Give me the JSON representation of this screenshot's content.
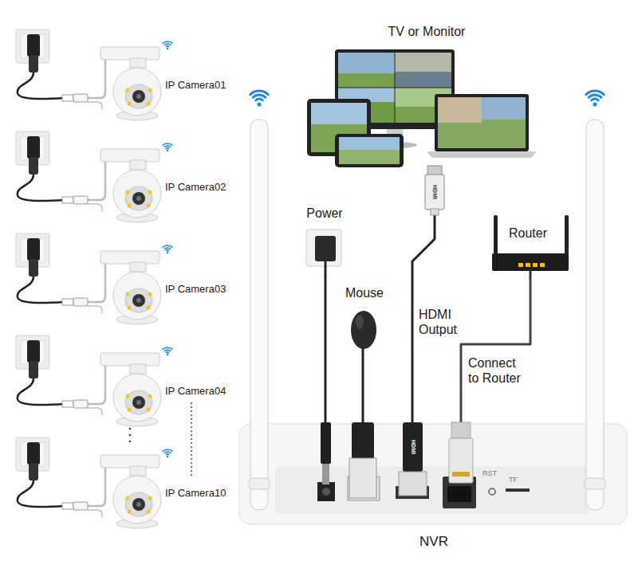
{
  "diagram": {
    "nodes": [
      {
        "text": [
          "IP Camera01"
        ]
      },
      {
        "text": [
          "IP Camera02"
        ]
      },
      {
        "text": [
          "IP Camera03"
        ]
      },
      {
        "text": [
          "IP Camera04"
        ]
      },
      {
        "text": [
          "IP Camera10"
        ]
      },
      {
        "text": [
          "TV or Monitor"
        ]
      },
      {
        "text": [
          "Power"
        ]
      },
      {
        "text": [
          "Mouse"
        ]
      },
      {
        "text": [
          "Router"
        ]
      },
      {
        "text": [
          "NVR"
        ]
      }
    ],
    "edges": [
      {
        "from": 6,
        "to": 9,
        "arrow": "none"
      },
      {
        "from": 7,
        "to": 9,
        "arrow": "none"
      },
      {
        "from": 5,
        "to": 9,
        "label": "HDMI Output",
        "arrow": "none"
      },
      {
        "from": 8,
        "to": 9,
        "label": "Connect to Router",
        "arrow": "none"
      }
    ],
    "labels": [
      "HDMI",
      "HDMI",
      "RST",
      "TF"
    ]
  }
}
